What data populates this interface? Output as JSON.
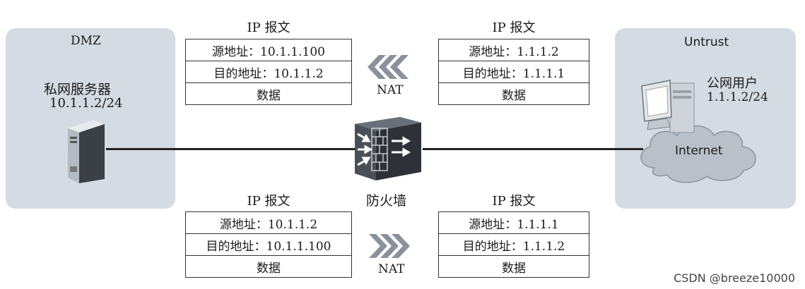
{
  "dmz": {
    "title": "DMZ",
    "server_name": "私网服务器",
    "server_ip": "10.1.1.2/24"
  },
  "untrust": {
    "title": "Untrust",
    "user_name": "公网用户",
    "user_ip": "1.1.1.2/24",
    "cloud_label": "Internet"
  },
  "firewall": {
    "label": "防火墙"
  },
  "packets": {
    "top_left": {
      "title": "IP 报文",
      "source": "源地址：10.1.1.100",
      "dest": "目的地址：10.1.1.2",
      "data": "数据"
    },
    "top_right": {
      "title": "IP 报文",
      "source": "源地址：1.1.1.2",
      "dest": "目的地址：1.1.1.1",
      "data": "数据"
    },
    "bottom_left": {
      "title": "IP 报文",
      "source": "源地址：10.1.1.2",
      "dest": "目的地址：10.1.1.100",
      "data": "数据"
    },
    "bottom_right": {
      "title": "IP 报文",
      "source": "源地址：1.1.1.1",
      "dest": "目的地址：1.1.1.2",
      "data": "数据"
    }
  },
  "nat": {
    "top_label": "NAT",
    "bottom_label": "NAT",
    "top_direction": "left",
    "bottom_direction": "right"
  },
  "colors": {
    "zone_bg": "#d5dbe2",
    "arrow": "#8a919c",
    "line": "#222222"
  },
  "watermark": "CSDN @breeze10000"
}
